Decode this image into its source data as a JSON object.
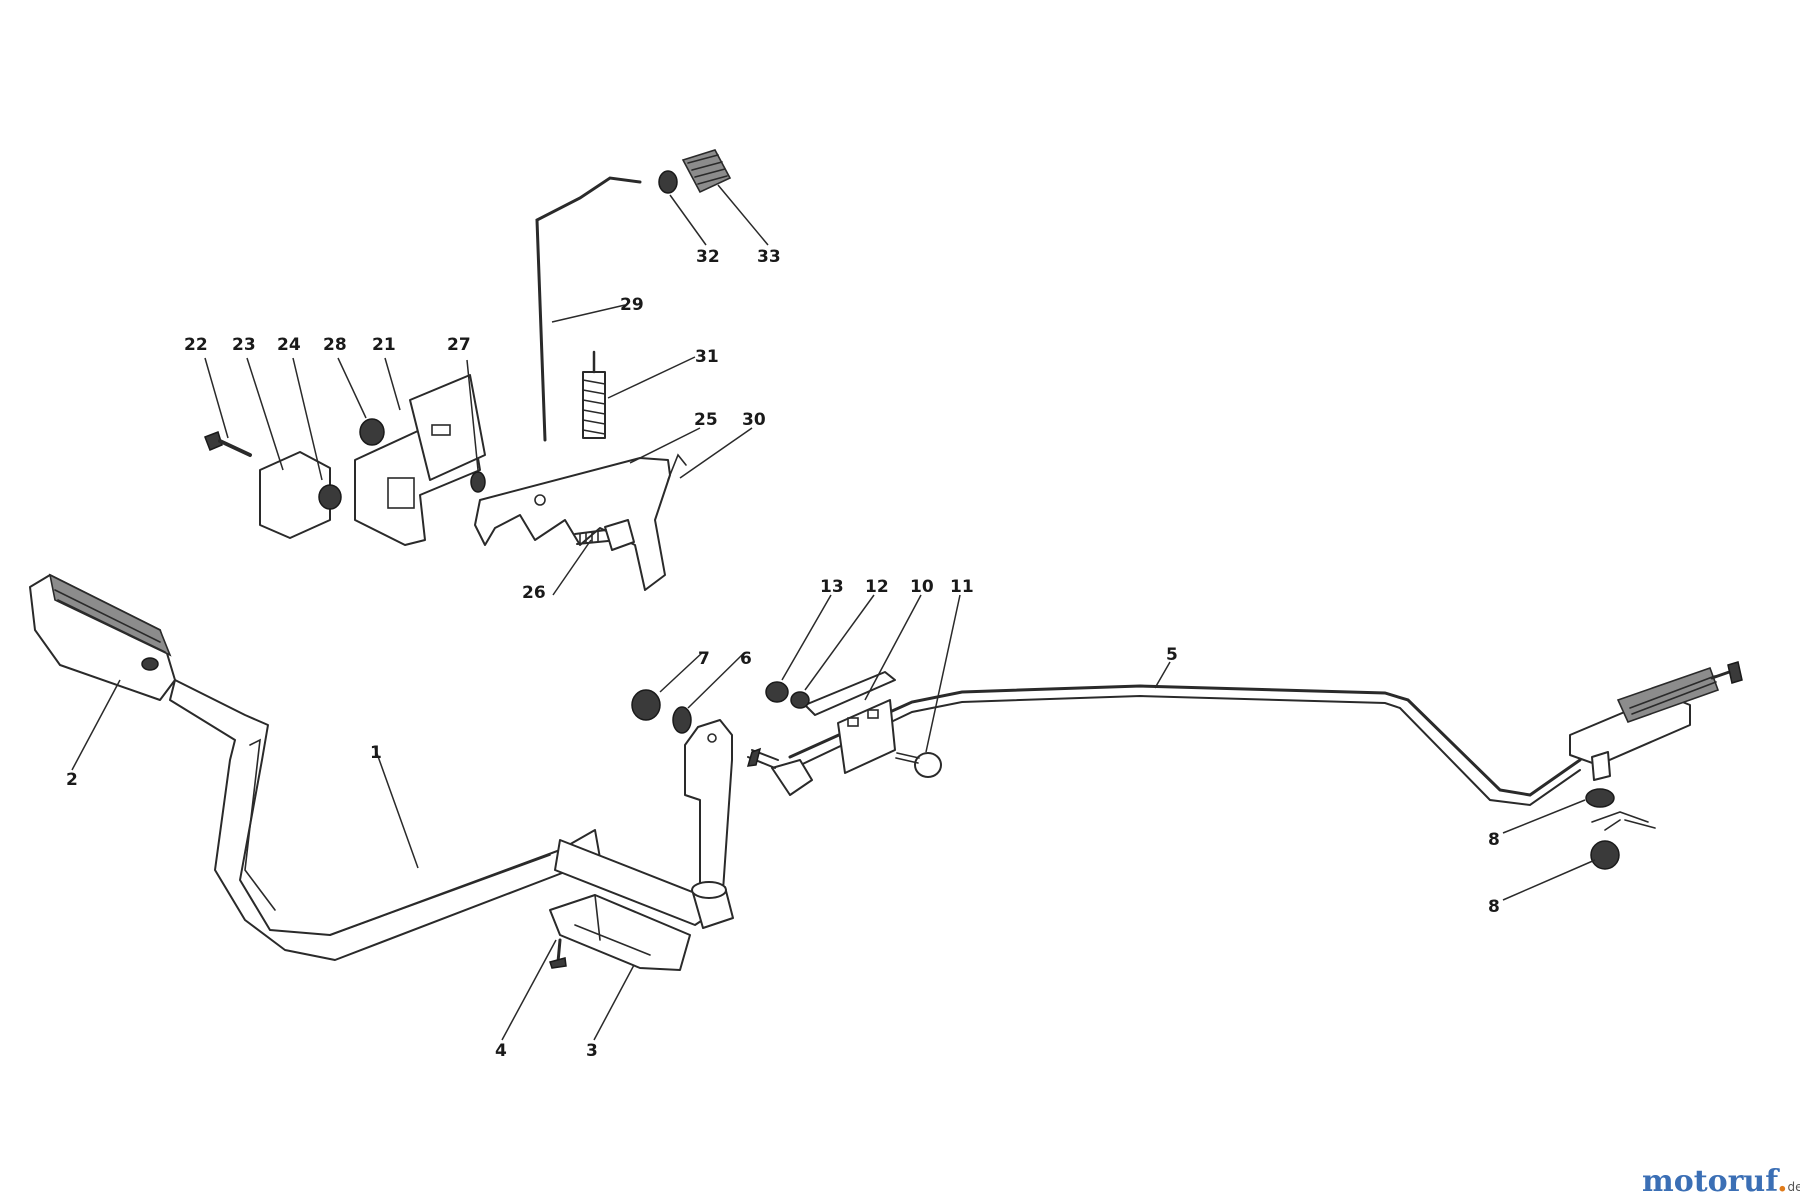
{
  "callouts": [
    {
      "id": "c1",
      "text": "1"
    },
    {
      "id": "c2",
      "text": "2"
    },
    {
      "id": "c3",
      "text": "3"
    },
    {
      "id": "c4",
      "text": "4"
    },
    {
      "id": "c5",
      "text": "5"
    },
    {
      "id": "c6",
      "text": "6"
    },
    {
      "id": "c7",
      "text": "7"
    },
    {
      "id": "c8a",
      "text": "8"
    },
    {
      "id": "c8b",
      "text": "8"
    },
    {
      "id": "c10",
      "text": "10"
    },
    {
      "id": "c11",
      "text": "11"
    },
    {
      "id": "c12",
      "text": "12"
    },
    {
      "id": "c13",
      "text": "13"
    },
    {
      "id": "c21",
      "text": "21"
    },
    {
      "id": "c22",
      "text": "22"
    },
    {
      "id": "c23",
      "text": "23"
    },
    {
      "id": "c24",
      "text": "24"
    },
    {
      "id": "c25",
      "text": "25"
    },
    {
      "id": "c26",
      "text": "26"
    },
    {
      "id": "c27",
      "text": "27"
    },
    {
      "id": "c28",
      "text": "28"
    },
    {
      "id": "c29",
      "text": "29"
    },
    {
      "id": "c30",
      "text": "30"
    },
    {
      "id": "c31",
      "text": "31"
    },
    {
      "id": "c32",
      "text": "32"
    },
    {
      "id": "c33",
      "text": "33"
    }
  ],
  "watermark": {
    "brand_main": "motoruf",
    "brand_dot": ".",
    "brand_tld": "de"
  }
}
